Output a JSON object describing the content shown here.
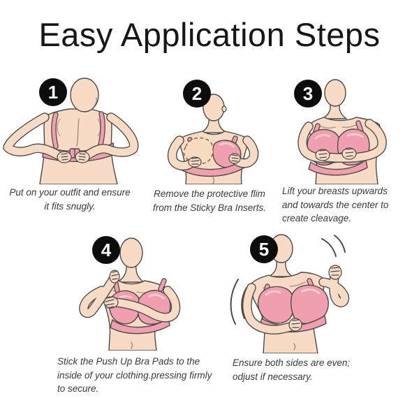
{
  "title": "Easy Application Steps",
  "steps": [
    {
      "number": "1",
      "caption": "Put on your outfit and ensure it fits snugly.",
      "illustration": "woman-back-view-fastening-bra"
    },
    {
      "number": "2",
      "caption": "Remove the protective flim from the Sticky Bra Inserts.",
      "illustration": "woman-holding-sticky-bra-insert"
    },
    {
      "number": "3",
      "caption": "Lift your breasts upwards and towards the center to create cleavage.",
      "illustration": "woman-lifting-breasts"
    },
    {
      "number": "4",
      "caption": "Stick the Push Up Bra Pads to the inside of your clothing.pressing firmly to secure.",
      "illustration": "woman-sticking-pad-adjusting-strap"
    },
    {
      "number": "5",
      "caption": "Ensure both sides are even; odjust if necessary.",
      "illustration": "woman-checking-both-sides-even"
    }
  ],
  "colors": {
    "background": "#ffffff",
    "title_text": "#161616",
    "caption_text": "#3a3a3a",
    "badge_background": "#0c0c0c",
    "badge_text": "#ffffff",
    "skin": "#f8dbc4",
    "bra_pink": "#f09fae",
    "bra_highlight": "#f7c9d0",
    "insert_beige": "#f6dcc0",
    "outline": "#4a4a4a"
  }
}
